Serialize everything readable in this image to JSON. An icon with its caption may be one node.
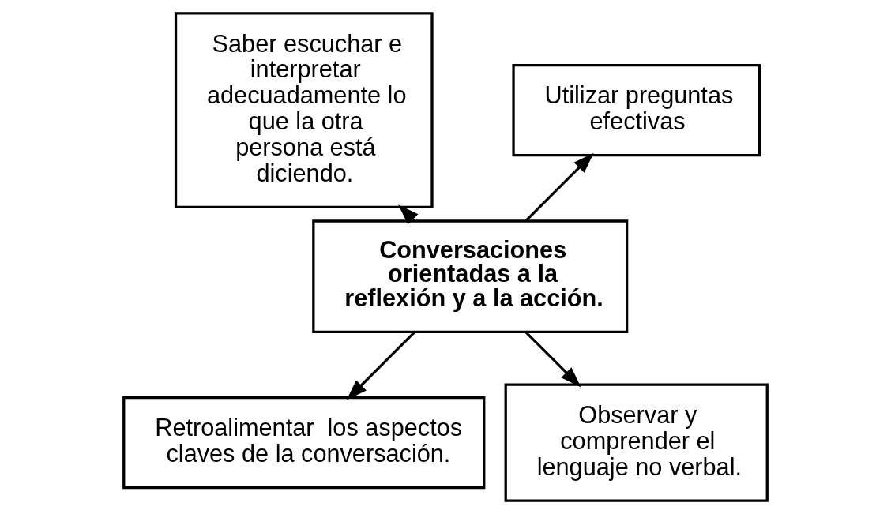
{
  "diagram": {
    "nodes": [
      {
        "text": [
          "Conversaciones orientadas a la reflexión y a la acción."
        ]
      },
      {
        "text": [
          "Utilizar preguntas efectivas"
        ]
      },
      {
        "text": [
          "Saber escuchar e interpretar adecuadamente lo que la otra persona está diciendo."
        ]
      },
      {
        "text": [
          "Retroalimentar  los aspectos claves de la conversación."
        ]
      },
      {
        "text": [
          "Observar y comprender el lenguaje no verbal."
        ]
      }
    ],
    "edges": [
      {
        "from": 0,
        "to": 1,
        "arrow": "to"
      },
      {
        "from": 0,
        "to": 2,
        "arrow": "to"
      },
      {
        "from": 0,
        "to": 3,
        "arrow": "to"
      },
      {
        "from": 0,
        "to": 4,
        "arrow": "to"
      }
    ]
  }
}
